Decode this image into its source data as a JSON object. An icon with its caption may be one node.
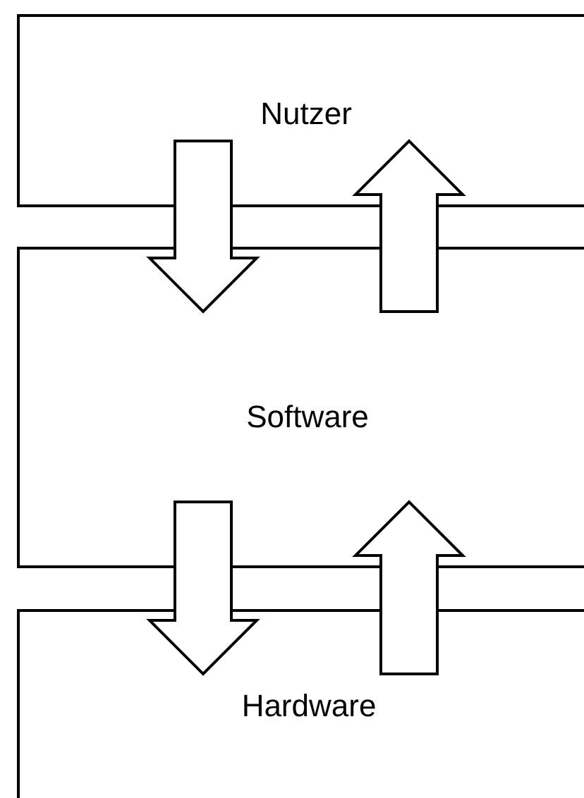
{
  "diagram": {
    "nodes": [
      {
        "text": [
          "Nutzer"
        ]
      },
      {
        "text": [
          "Software"
        ]
      },
      {
        "text": [
          "Hardware"
        ]
      }
    ],
    "edges": [
      {
        "from": 0,
        "to": 1,
        "arrow": "to"
      },
      {
        "from": 1,
        "to": 0,
        "arrow": "to"
      },
      {
        "from": 1,
        "to": 2,
        "arrow": "to"
      },
      {
        "from": 2,
        "to": 1,
        "arrow": "to"
      }
    ]
  }
}
